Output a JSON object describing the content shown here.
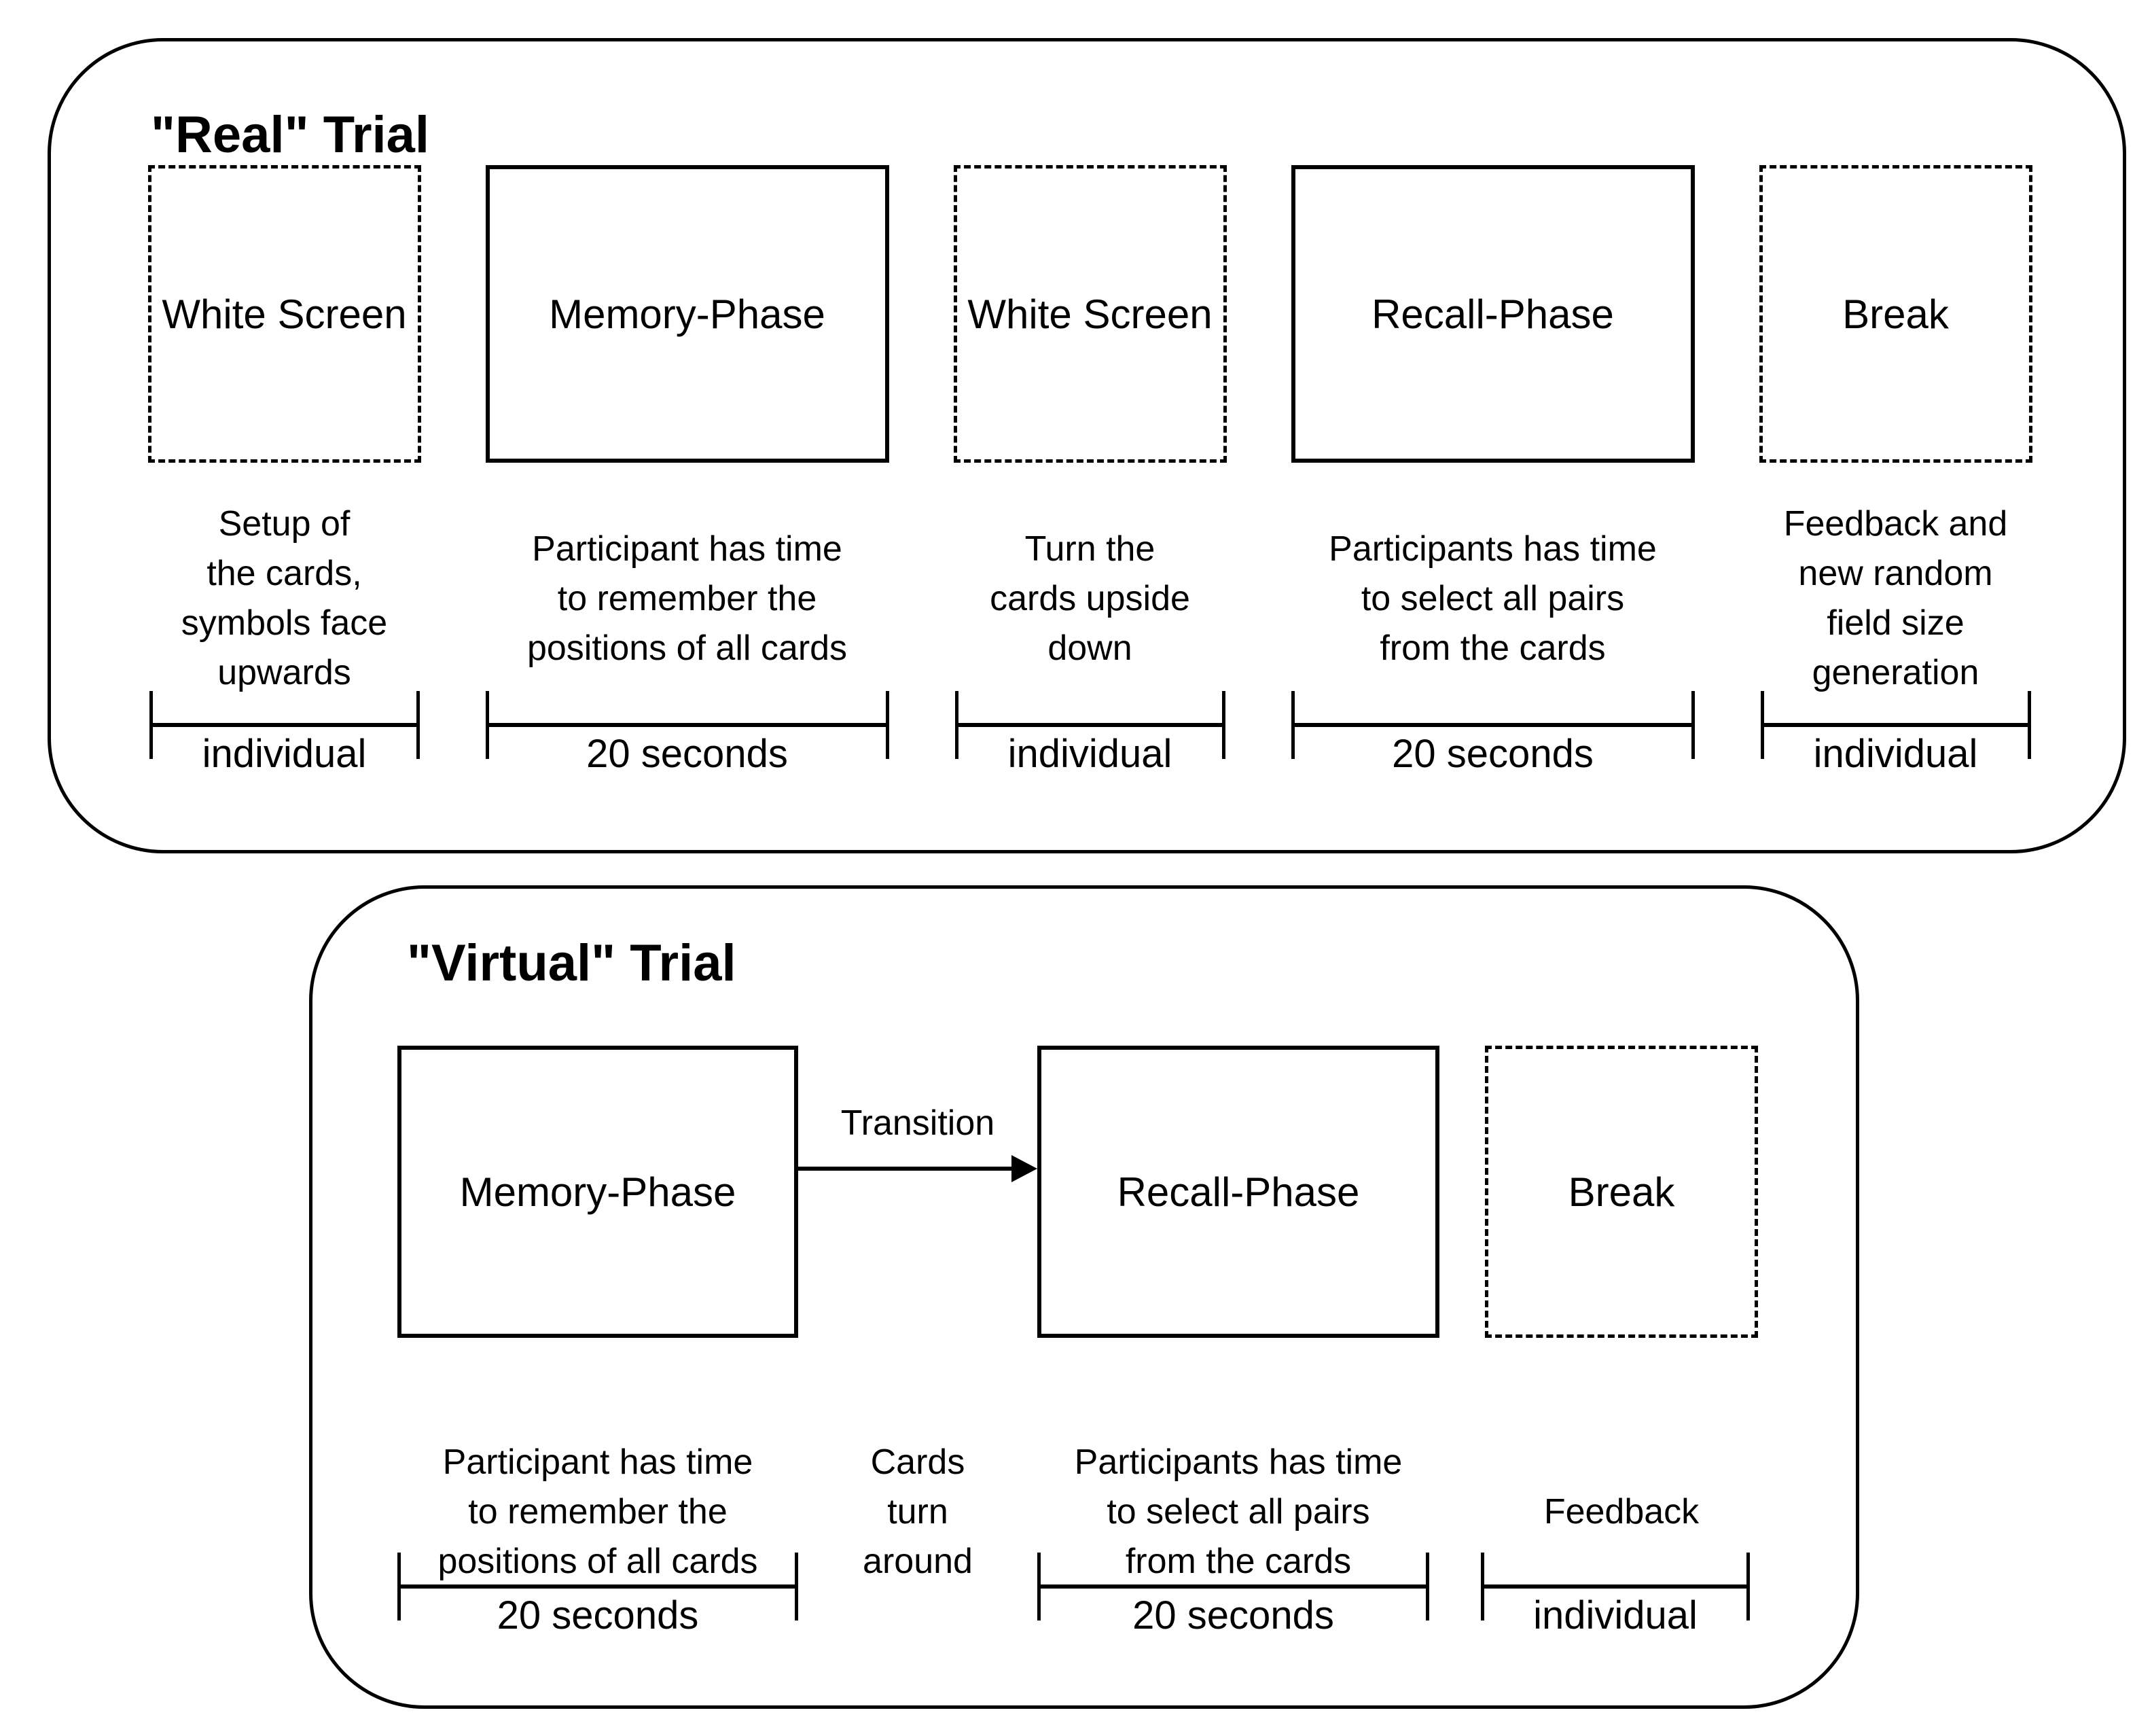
{
  "colors": {
    "ink": "#000000",
    "background": "#ffffff"
  },
  "real_trial": {
    "title": "\"Real\" Trial",
    "phases": [
      {
        "box": "White Screen",
        "caption": "Setup of\nthe cards,\nsymbols face\nupwards",
        "duration": "individual"
      },
      {
        "box": "Memory-Phase",
        "caption": "Participant has time\nto remember the\npositions of all cards",
        "duration": "20 seconds"
      },
      {
        "box": "White Screen",
        "caption": "Turn the\ncards upside\ndown",
        "duration": "individual"
      },
      {
        "box": "Recall-Phase",
        "caption": "Participants has time\nto select all pairs\nfrom the cards",
        "duration": "20 seconds"
      },
      {
        "box": "Break",
        "caption": "Feedback and\nnew random\nfield size\ngeneration",
        "duration": "individual"
      }
    ]
  },
  "virtual_trial": {
    "title": "\"Virtual\" Trial",
    "transition": {
      "label": "Transition",
      "caption": "Cards\nturn\naround"
    },
    "phases": [
      {
        "box": "Memory-Phase",
        "caption": "Participant has time\nto remember the\npositions of all cards",
        "duration": "20 seconds"
      },
      {
        "box": "Recall-Phase",
        "caption": "Participants has time\nto select all pairs\nfrom the cards",
        "duration": "20 seconds"
      },
      {
        "box": "Break",
        "caption": "Feedback",
        "duration": "individual"
      }
    ]
  }
}
